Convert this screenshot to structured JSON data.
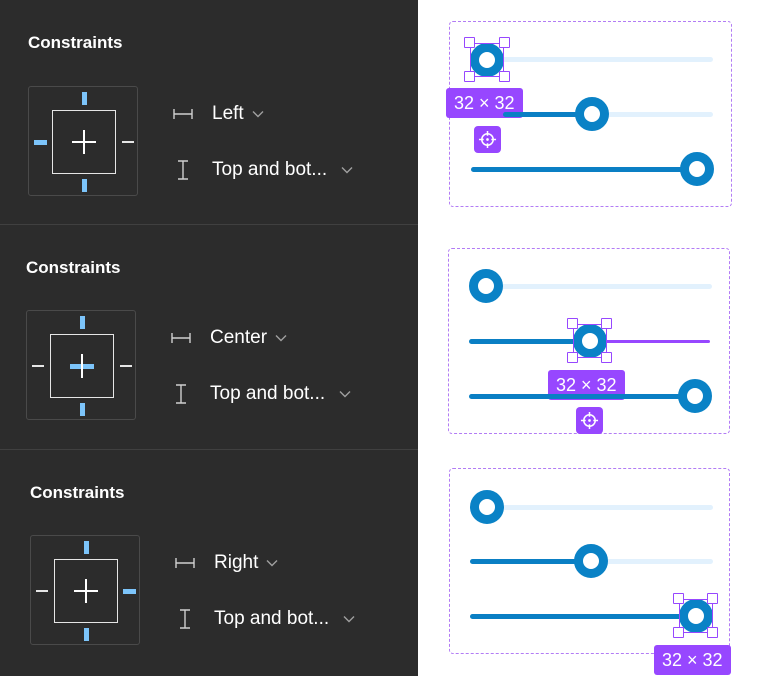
{
  "colors": {
    "panel_bg": "#2c2c2c",
    "active_constraint": "#7cc4fa",
    "slider_blue": "#0a82c6",
    "track": "#e2f1fd",
    "selection": "#9747ff"
  },
  "panels": [
    {
      "title": "Constraints",
      "horizontal": {
        "icon": "horizontal-constraint-icon",
        "value": "Left"
      },
      "vertical": {
        "icon": "vertical-constraint-icon",
        "value": "Top and bot..."
      },
      "active_sides": [
        "left",
        "top",
        "bottom"
      ],
      "preview": {
        "slider_values": [
          0.0,
          0.5,
          1.0
        ],
        "selected_slider": 1,
        "size_badge": "32 × 32"
      }
    },
    {
      "title": "Constraints",
      "horizontal": {
        "icon": "horizontal-constraint-icon",
        "value": "Center"
      },
      "vertical": {
        "icon": "vertical-constraint-icon",
        "value": "Top and bot..."
      },
      "active_sides": [
        "center-horizontal",
        "top",
        "bottom"
      ],
      "preview": {
        "slider_values": [
          0.0,
          0.5,
          1.0
        ],
        "selected_slider": 2,
        "size_badge": "32 × 32"
      }
    },
    {
      "title": "Constraints",
      "horizontal": {
        "icon": "horizontal-constraint-icon",
        "value": "Right"
      },
      "vertical": {
        "icon": "vertical-constraint-icon",
        "value": "Top and bot..."
      },
      "active_sides": [
        "right",
        "top",
        "bottom"
      ],
      "preview": {
        "slider_values": [
          0.0,
          0.5,
          1.0
        ],
        "selected_slider": 3,
        "size_badge": "32 × 32"
      }
    }
  ]
}
